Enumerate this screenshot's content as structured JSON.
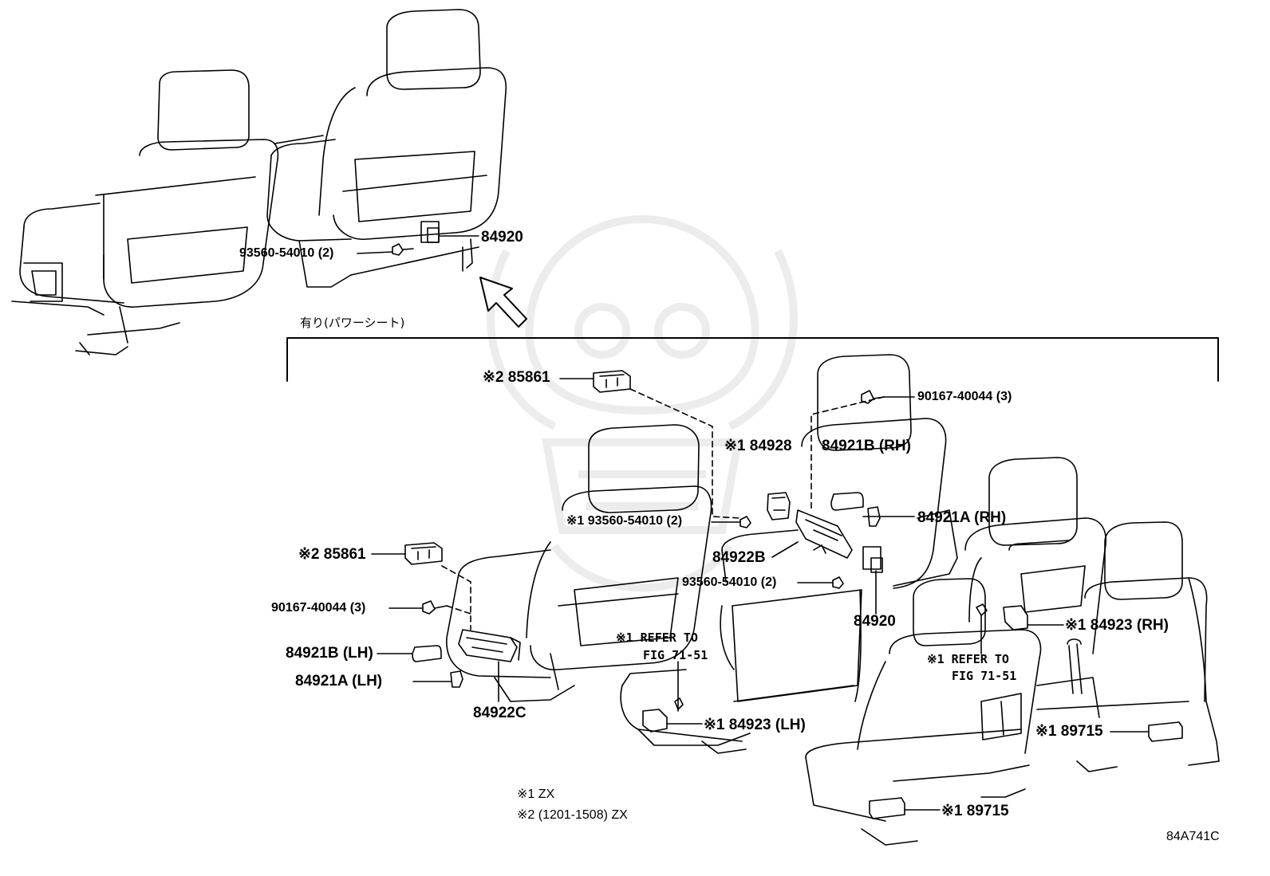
{
  "header_note": "有り(パワーシート)",
  "figure_code": "84A741C",
  "footnotes": [
    "※1 ZX",
    "※2 (1201-1508) ZX"
  ],
  "watermark_icon": "samurai-helmet-watermark",
  "parts": {
    "p84920_top": "84920",
    "p93560_top": "93560-54010 (2)",
    "p85861_a": "※2 85861",
    "p90167_rh": "90167-40044 (3)",
    "p84928": "※1 84928",
    "p84921B_rh": "84921B (RH)",
    "p84921A_rh": "84921A (RH)",
    "p93560_mid1": "※1 93560-54010 (2)",
    "p84922B": "84922B",
    "p93560_mid2": "93560-54010 (2)",
    "p84920_mid": "84920",
    "p85861_b": "※2 85861",
    "p90167_lh": "90167-40044 (3)",
    "p84921B_lh": "84921B (LH)",
    "p84921A_lh": "84921A (LH)",
    "p84922C": "84922C",
    "refer_left_1": "※1 REFER TO",
    "refer_left_2": "FIG 71-51",
    "refer_right_1": "※1 REFER TO",
    "refer_right_2": "FIG 71-51",
    "p84923_lh": "※1 84923 (LH)",
    "p84923_rh": "※1 84923 (RH)",
    "p89715_a": "※1 89715",
    "p89715_b": "※1 89715"
  }
}
